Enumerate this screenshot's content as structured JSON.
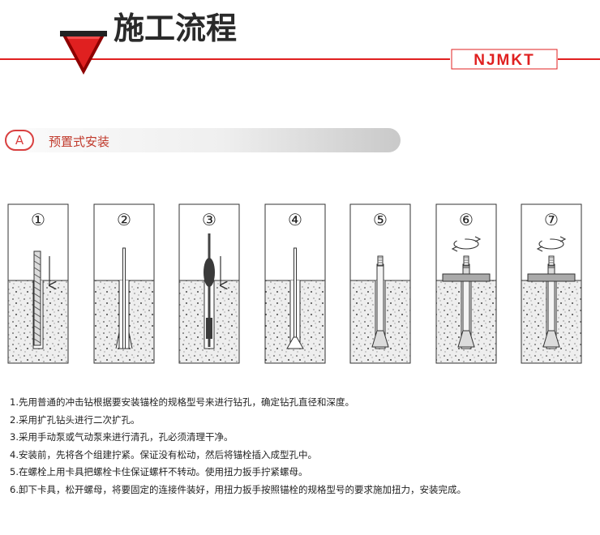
{
  "header": {
    "title": "施工流程",
    "brand": "NJMKT"
  },
  "section": {
    "badge": "A",
    "title": "预置式安装"
  },
  "steps": [
    {
      "label": "①"
    },
    {
      "label": "②"
    },
    {
      "label": "③"
    },
    {
      "label": "④"
    },
    {
      "label": "⑤"
    },
    {
      "label": "⑥"
    },
    {
      "label": "⑦"
    }
  ],
  "instructions": [
    "1.先用普通的冲击钻根据要安装锚栓的规格型号来进行钻孔，确定钻孔直径和深度。",
    "2.采用扩孔钻头进行二次扩孔。",
    "3.采用手动泵或气动泵来进行清孔，孔必须清理干净。",
    "4.安装前，先将各个组建拧紧。保证没有松动，然后将锚栓插入成型孔中。",
    "5.在螺栓上用卡具把螺栓卡住保证螺杆不转动。使用扭力扳手拧紧螺母。",
    "6.卸下卡具，松开螺母，将要固定的连接件装好，用扭力扳手按照锚栓的规格型号的要求施加扭力，安装完成。"
  ],
  "colors": {
    "accent": "#e02020",
    "dark_red": "#8e0000",
    "concrete": "#eeeeee"
  }
}
